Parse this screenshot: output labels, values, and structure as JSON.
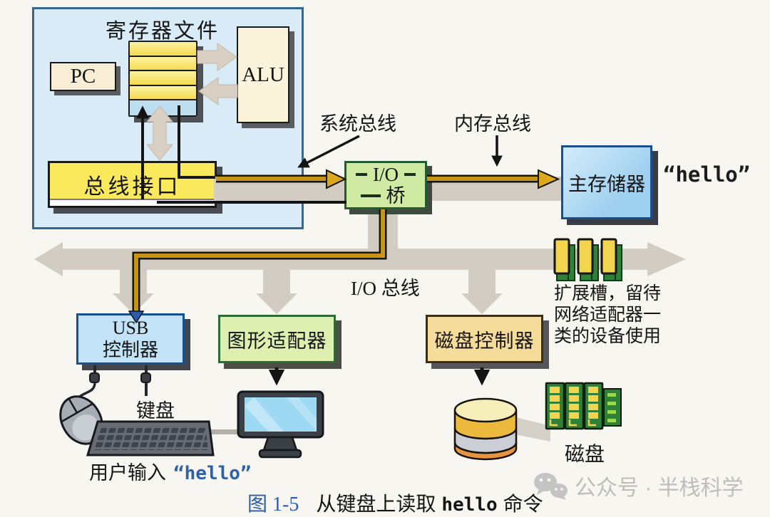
{
  "colors": {
    "gold_bus": "#c79513",
    "gray_bus": "#d2ccc3",
    "caption_blue": "#2a5caa",
    "hello_blue": "#2b62a8",
    "watermark_gray": "#bdbdbd"
  },
  "cpu": {
    "register_file_title": "寄存器文件",
    "pc_label": "PC",
    "alu_label": "ALU",
    "bus_interface_label": "总线接口"
  },
  "bus_labels": {
    "system_bus": "系统总线",
    "memory_bus": "内存总线",
    "io_bus": "I/O 总线"
  },
  "io_bridge": {
    "line1": "I/O",
    "line2": "桥"
  },
  "main_memory": {
    "label": "主存储器",
    "hello_text": "“hello”"
  },
  "devices": {
    "usb_controller_line1": "USB",
    "usb_controller_line2": "控制器",
    "graphics_adapter": "图形适配器",
    "disk_controller": "磁盘控制器",
    "keyboard_label": "键盘",
    "disk_label": "磁盘",
    "expansion_note": {
      "line1": "扩展槽，留待",
      "line2": "网络适配器一",
      "line3": "类的设备使用"
    }
  },
  "user_input": {
    "prefix": "用户输入",
    "hello_text": "“hello”"
  },
  "caption": {
    "figure_number": "图 1-5",
    "text_before": "从键盘上读取",
    "code_word": "hello",
    "text_after": "命令"
  },
  "watermark": {
    "text": "公众号 · 半栈科学"
  }
}
